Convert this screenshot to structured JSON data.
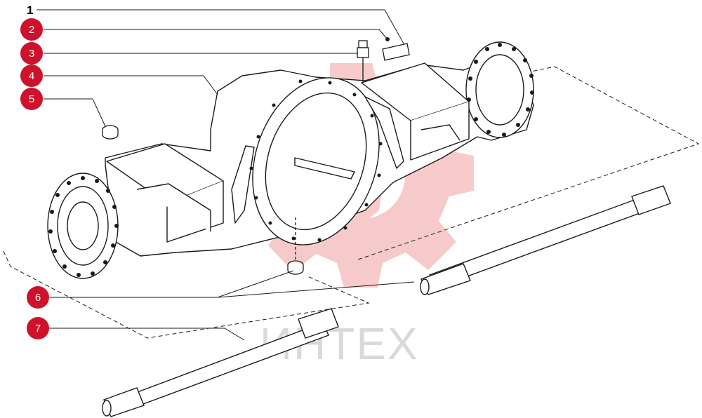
{
  "diagram": {
    "callouts": [
      {
        "number": "1",
        "style": "plain"
      },
      {
        "number": "2",
        "style": "badge"
      },
      {
        "number": "3",
        "style": "badge"
      },
      {
        "number": "4",
        "style": "badge"
      },
      {
        "number": "5",
        "style": "badge"
      },
      {
        "number": "6",
        "style": "badge"
      },
      {
        "number": "7",
        "style": "badge"
      }
    ],
    "watermark": "ИНТЕХ"
  },
  "colors": {
    "badge": "#d0112b",
    "badge_text": "#ffffff",
    "line": "#1a1a1a",
    "watermark_logo": "#f4b9b9",
    "watermark_text": "#d9d9d9"
  }
}
